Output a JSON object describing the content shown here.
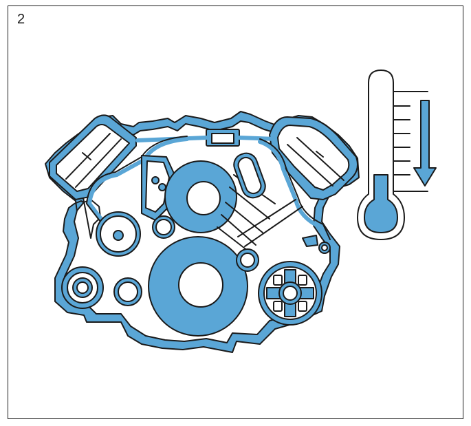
{
  "step_number": "2",
  "illustration": {
    "subject_icon": "engine-block-icon",
    "indicator_icon": "thermometer-icon",
    "direction_icon": "arrow-down-icon"
  },
  "colors": {
    "fill": "#5aa6d6",
    "stroke": "#1a1a1a",
    "background": "#ffffff"
  },
  "thermometer": {
    "level": 0.3,
    "trend": "down"
  }
}
